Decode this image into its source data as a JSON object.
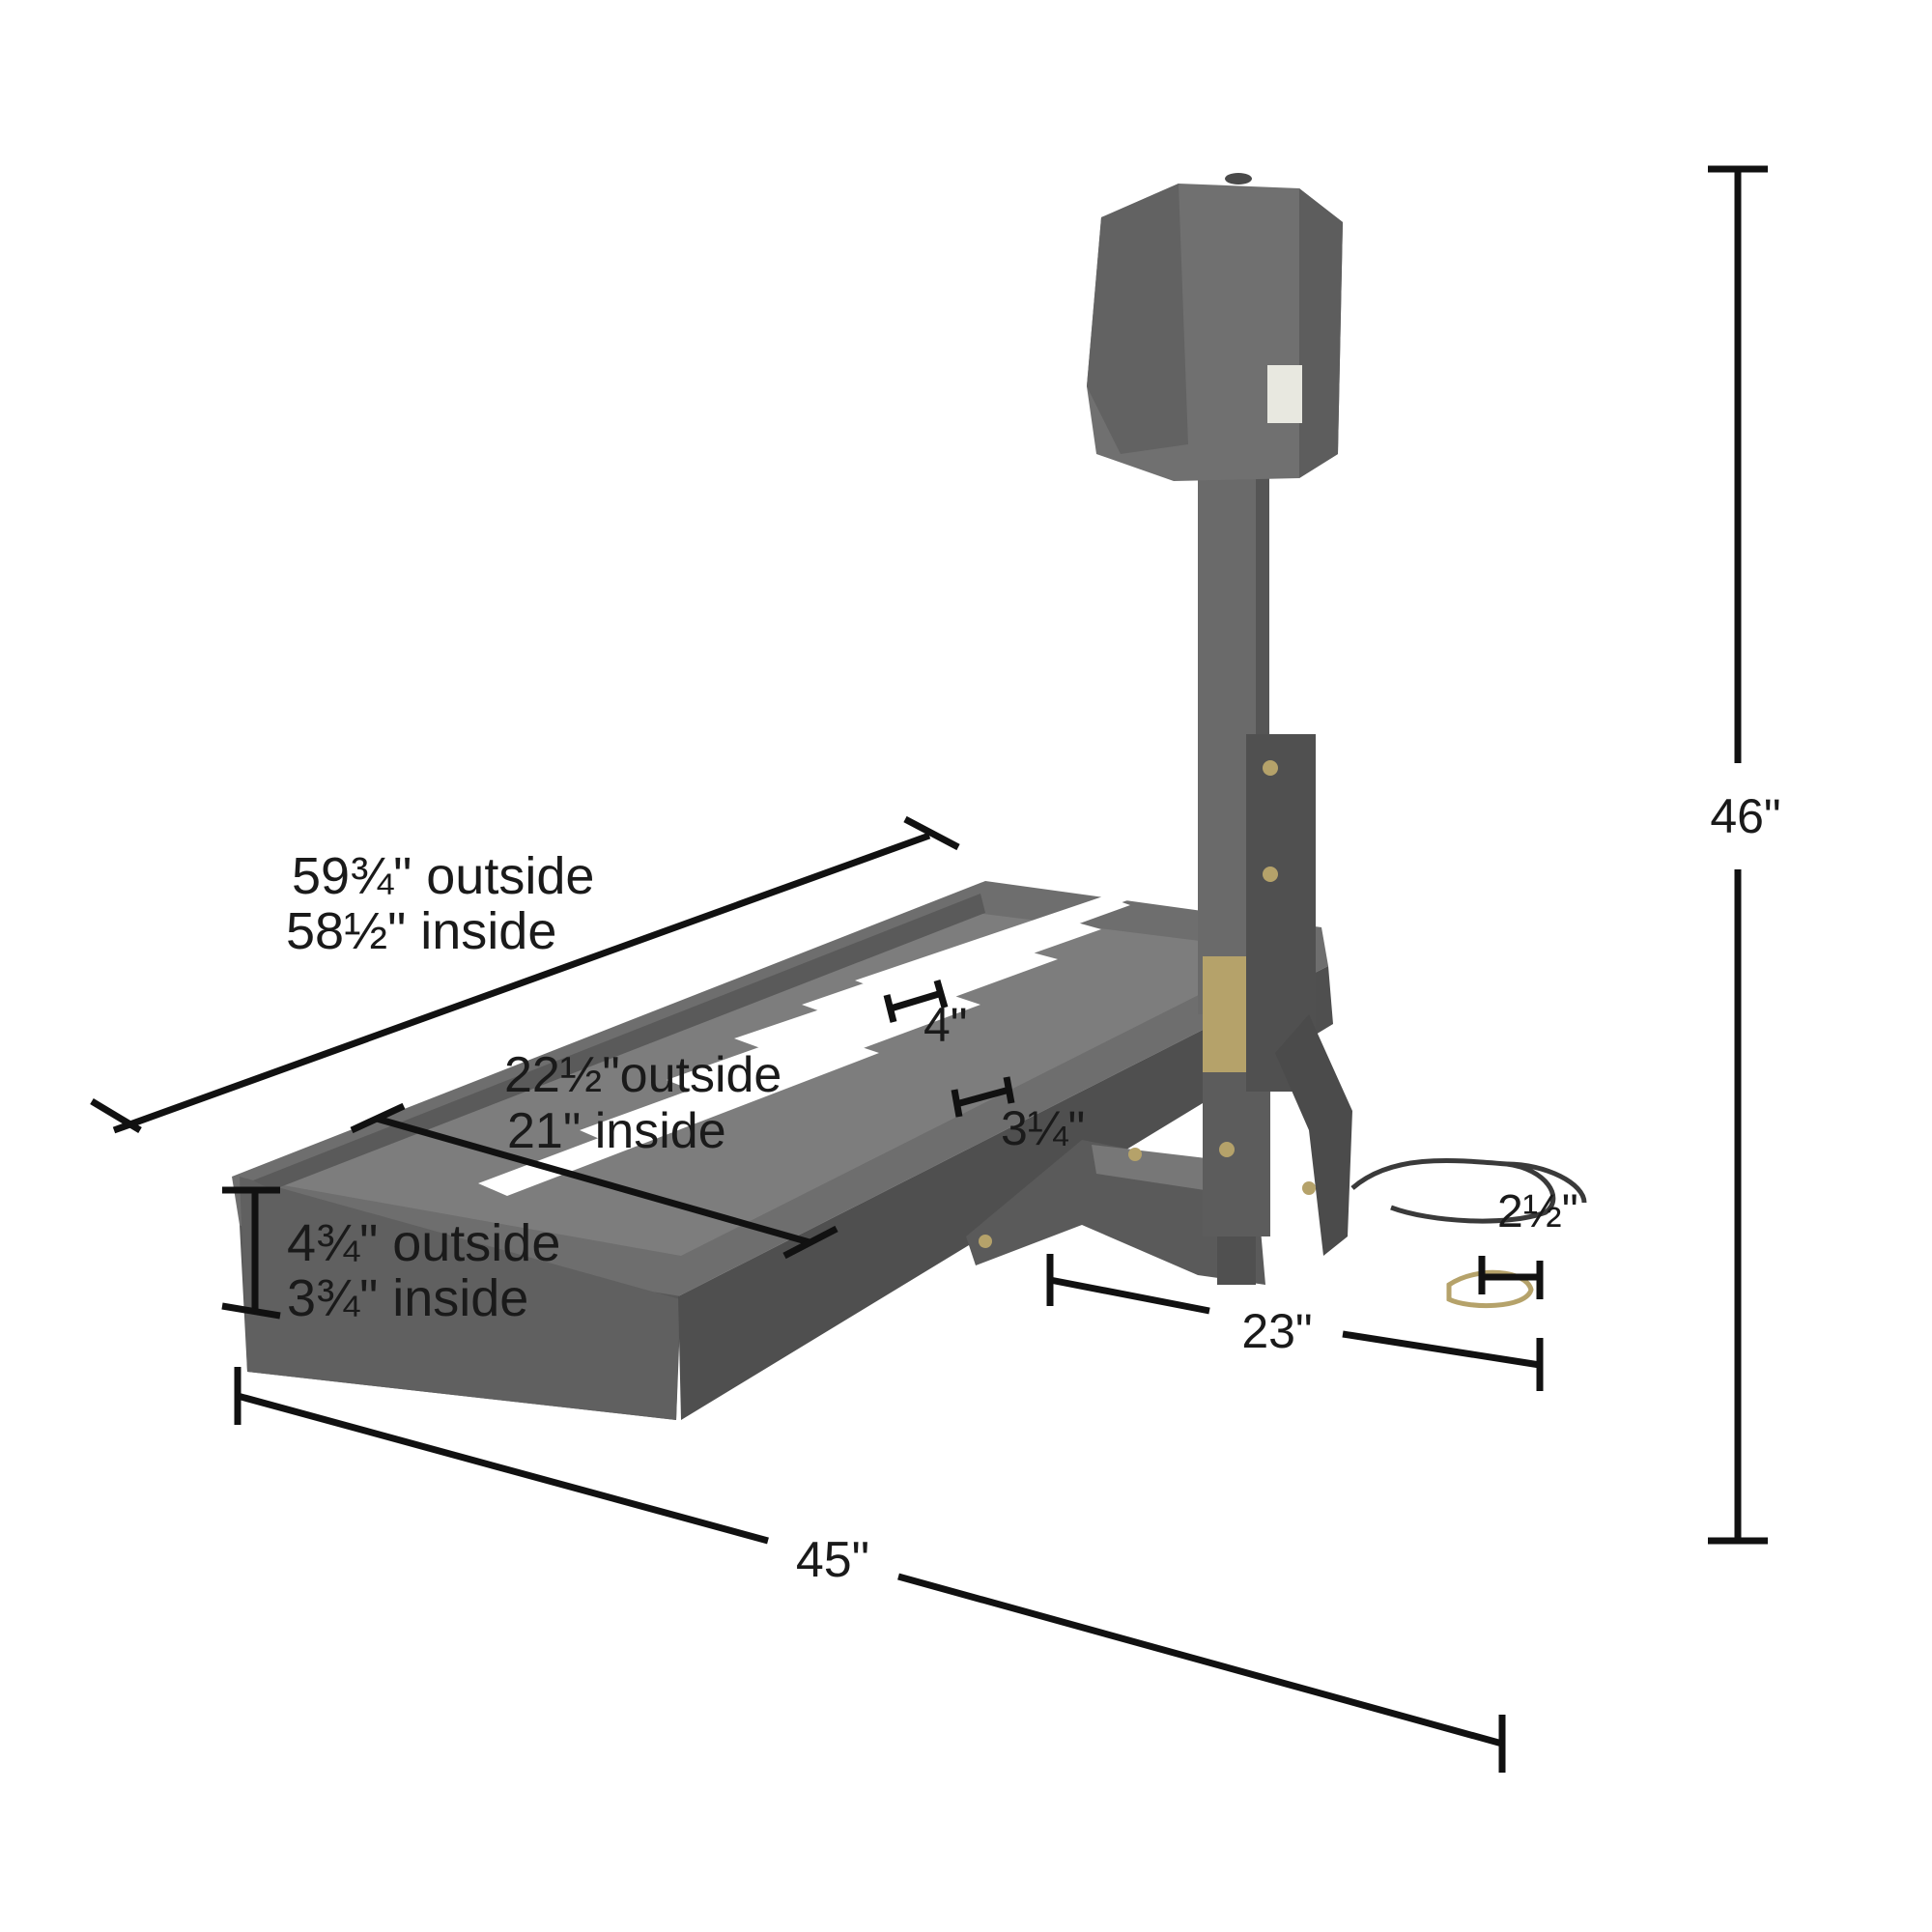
{
  "colors": {
    "background": "#ffffff",
    "dimension_line": "#111111",
    "product_fill": "#6e6e6e",
    "product_dark": "#555555",
    "product_light": "#8a8a8a",
    "hardware_brass": "#b5a26a",
    "label_text": "#1a1a1a"
  },
  "dimensions": {
    "total_height": "46\"",
    "length_outside": "59¾\" outside",
    "length_inside": "58½\" inside",
    "rail_gap": "4\"",
    "width_outside": "22½\"outside",
    "width_inside": "21\" inside",
    "slat_width": "3¼\"",
    "hitch_tube": "2½\"",
    "side_height_outside": "4¾\" outside",
    "side_height_inside": "3¾\" inside",
    "hitch_depth": "23\"",
    "total_depth": "45\""
  }
}
